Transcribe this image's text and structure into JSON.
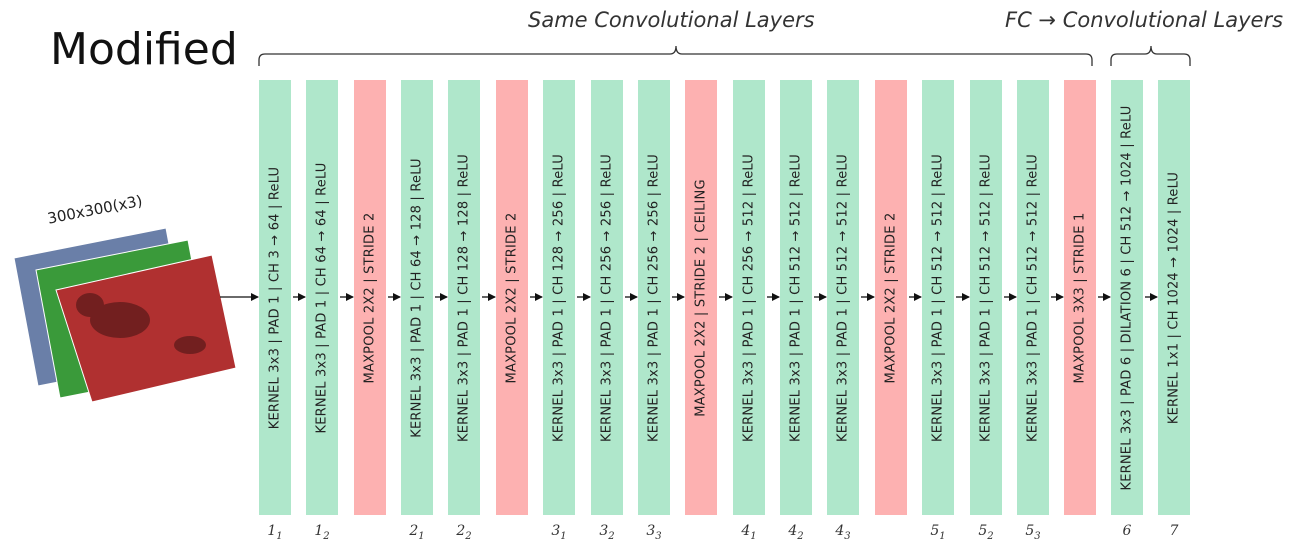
{
  "title": "Modified",
  "groups": [
    {
      "label": "Same Convolutional Layers"
    },
    {
      "label": "FC → Convolutional Layers"
    }
  ],
  "input": {
    "label": "300x300(x3)",
    "channel_colors": [
      "#6a7fa8",
      "#3a9a3a",
      "#b03030"
    ]
  },
  "colors": {
    "conv": "#afe7cb",
    "pool": "#fdb1b1"
  },
  "layers": [
    {
      "type": "conv",
      "text": "KERNEL 3x3 | PAD 1 | CH 3 → 64 | ReLU",
      "idx": "1",
      "sub": "1"
    },
    {
      "type": "conv",
      "text": "KERNEL 3x3 | PAD 1 | CH 64 → 64 | ReLU",
      "idx": "1",
      "sub": "2"
    },
    {
      "type": "pool",
      "text": "MAXPOOL 2X2 | STRIDE 2",
      "idx": "",
      "sub": ""
    },
    {
      "type": "conv",
      "text": "KERNEL 3x3 | PAD 1 | CH 64 → 128 | ReLU",
      "idx": "2",
      "sub": "1"
    },
    {
      "type": "conv",
      "text": "KERNEL 3x3 | PAD 1 | CH 128 → 128 | ReLU",
      "idx": "2",
      "sub": "2"
    },
    {
      "type": "pool",
      "text": "MAXPOOL 2X2 | STRIDE 2",
      "idx": "",
      "sub": ""
    },
    {
      "type": "conv",
      "text": "KERNEL 3x3 | PAD 1 | CH 128 → 256 | ReLU",
      "idx": "3",
      "sub": "1"
    },
    {
      "type": "conv",
      "text": "KERNEL 3x3 | PAD 1 | CH 256 → 256 | ReLU",
      "idx": "3",
      "sub": "2"
    },
    {
      "type": "conv",
      "text": "KERNEL 3x3 | PAD 1 | CH 256 → 256 | ReLU",
      "idx": "3",
      "sub": "3"
    },
    {
      "type": "pool",
      "text": "MAXPOOL 2X2 | STRIDE 2 | CEILING",
      "idx": "",
      "sub": ""
    },
    {
      "type": "conv",
      "text": "KERNEL 3x3 | PAD 1 | CH 256 → 512 | ReLU",
      "idx": "4",
      "sub": "1"
    },
    {
      "type": "conv",
      "text": "KERNEL 3x3 | PAD 1 | CH 512 → 512 | ReLU",
      "idx": "4",
      "sub": "2"
    },
    {
      "type": "conv",
      "text": "KERNEL 3x3 | PAD 1 | CH 512 → 512 | ReLU",
      "idx": "4",
      "sub": "3"
    },
    {
      "type": "pool",
      "text": "MAXPOOL 2X2 | STRIDE 2",
      "idx": "",
      "sub": ""
    },
    {
      "type": "conv",
      "text": "KERNEL 3x3 | PAD 1 | CH 512 → 512 | ReLU",
      "idx": "5",
      "sub": "1"
    },
    {
      "type": "conv",
      "text": "KERNEL 3x3 | PAD 1 | CH 512 → 512 | ReLU",
      "idx": "5",
      "sub": "2"
    },
    {
      "type": "conv",
      "text": "KERNEL 3x3 | PAD 1 | CH 512 → 512 | ReLU",
      "idx": "5",
      "sub": "3"
    },
    {
      "type": "pool",
      "text": "MAXPOOL 3X3 | STRIDE 1",
      "idx": "",
      "sub": ""
    },
    {
      "type": "conv",
      "text": "KERNEL 3x3 | PAD 6 | DILATION 6 | CH 512 → 1024 | ReLU",
      "idx": "6",
      "sub": ""
    },
    {
      "type": "conv",
      "text": "KERNEL 1x1 | CH 1024 → 1024 | ReLU",
      "idx": "7",
      "sub": ""
    }
  ]
}
